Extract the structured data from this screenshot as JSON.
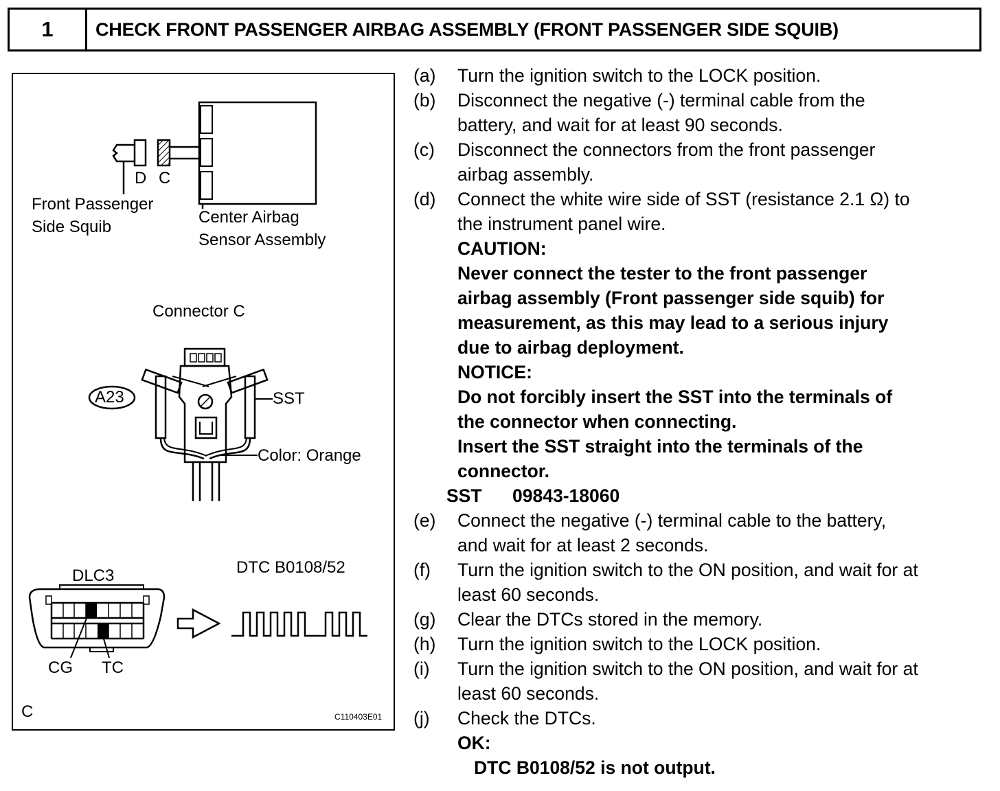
{
  "header": {
    "step_number": "1",
    "title": "CHECK FRONT PASSENGER AIRBAG ASSEMBLY (FRONT PASSENGER SIDE SQUIB)"
  },
  "figure": {
    "connector_d": "D",
    "connector_c": "C",
    "squib_label_1": "Front Passenger",
    "squib_label_2": "Side Squib",
    "sensor_label_1": "Center Airbag",
    "sensor_label_2": "Sensor Assembly",
    "connector_title": "Connector C",
    "connector_code": "A23",
    "sst_label": "SST",
    "color_label": "Color: Orange",
    "dlc_label": "DLC3",
    "dtc_label": "DTC B0108/52",
    "cg_label": "CG",
    "tc_label": "TC",
    "corner_code": "C",
    "figure_id": "C110403E01"
  },
  "steps": [
    {
      "label": "(a)",
      "lines": [
        "Turn the ignition switch to the LOCK position."
      ]
    },
    {
      "label": "(b)",
      "lines": [
        "Disconnect the negative (-) terminal cable from the",
        "battery, and wait for at least 90 seconds."
      ]
    },
    {
      "label": "(c)",
      "lines": [
        "Disconnect the connectors from the front passenger",
        "airbag assembly."
      ]
    },
    {
      "label": "(d)",
      "lines": [
        "Connect the white wire side of SST (resistance 2.1 Ω) to",
        "the instrument panel wire."
      ]
    }
  ],
  "caution": {
    "heading": "CAUTION:",
    "lines": [
      "Never connect the tester to the front passenger",
      "airbag assembly (Front passenger side squib) for",
      "measurement, as this may lead to a serious injury",
      "due to airbag deployment."
    ]
  },
  "notice": {
    "heading": "NOTICE:",
    "lines": [
      "Do not forcibly insert the SST into the terminals of",
      "the connector when connecting.",
      "Insert the SST straight into the terminals of the",
      "connector."
    ]
  },
  "sst": {
    "label": "SST",
    "number": "09843-18060"
  },
  "steps2": [
    {
      "label": "(e)",
      "lines": [
        "Connect the negative (-) terminal cable to the battery,",
        "and wait for at least 2 seconds."
      ]
    },
    {
      "label": "(f)",
      "lines": [
        "Turn the ignition switch to the ON position, and wait for at",
        "least 60 seconds."
      ]
    },
    {
      "label": "(g)",
      "lines": [
        "Clear the DTCs stored in the memory."
      ]
    },
    {
      "label": "(h)",
      "lines": [
        "Turn the ignition switch to the LOCK position."
      ]
    },
    {
      "label": "(i)",
      "lines": [
        "Turn the ignition switch to the ON position, and wait for at",
        "least 60 seconds."
      ]
    },
    {
      "label": "(j)",
      "lines": [
        "Check the DTCs."
      ]
    }
  ],
  "ok": {
    "heading": "OK:",
    "result": "DTC B0108/52 is not output."
  }
}
